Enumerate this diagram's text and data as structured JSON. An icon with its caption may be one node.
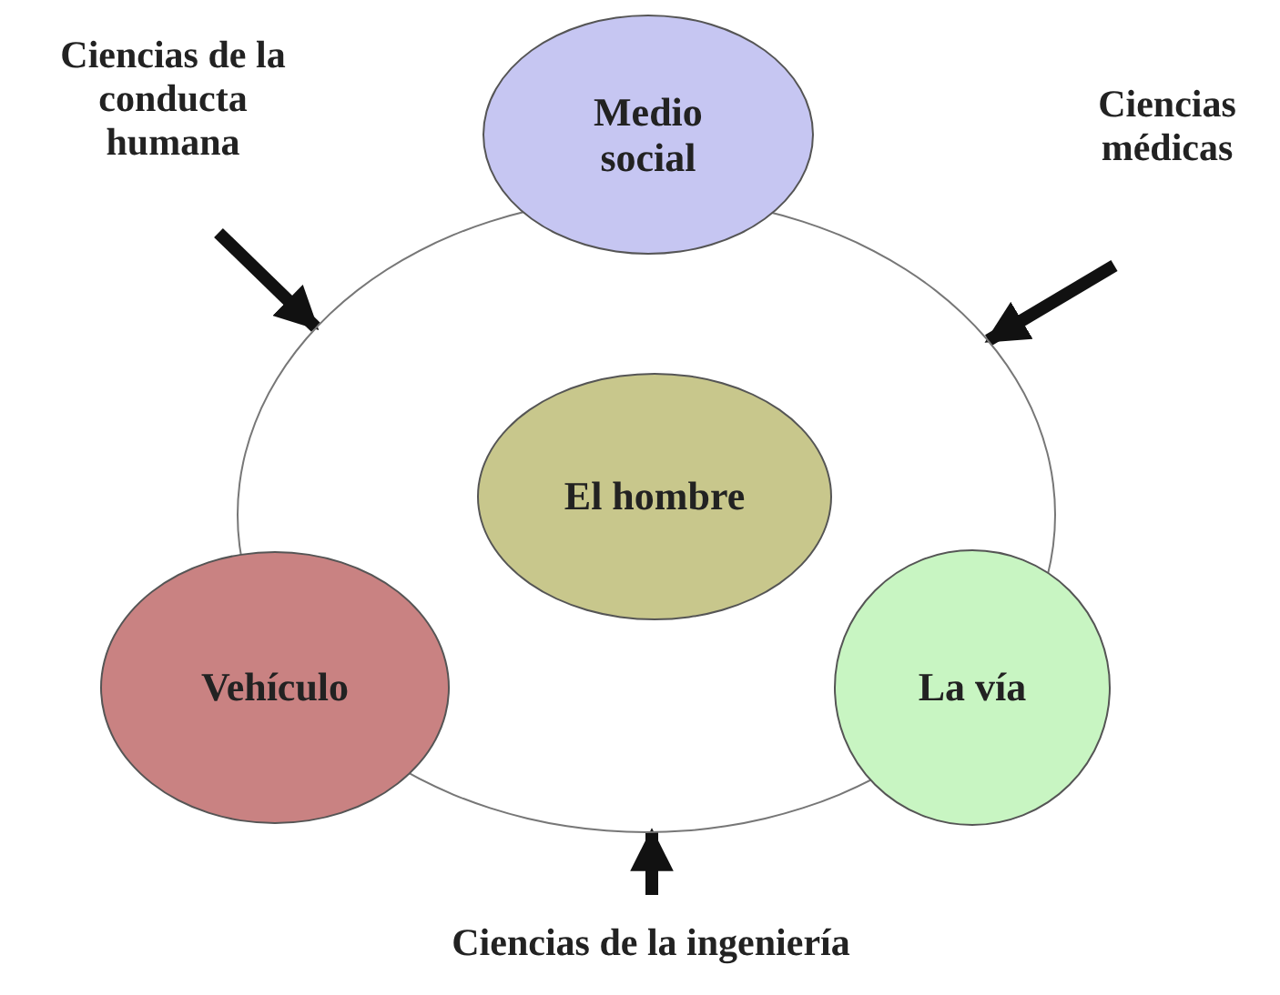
{
  "diagram": {
    "nodes": [
      {
        "text": [],
        "shape": "circle"
      },
      {
        "text": [
          "Medio social"
        ]
      },
      {
        "text": [
          "Vehículo"
        ]
      },
      {
        "text": [
          "La vía"
        ]
      },
      {
        "text": [
          "El hombre"
        ],
        "in": 0
      },
      {
        "text": [
          "Ciencias de la conducta humana"
        ]
      },
      {
        "text": [
          "Ciencias médicas"
        ]
      },
      {
        "text": [
          "Ciencias de la ingeniería"
        ]
      }
    ],
    "edges": [
      {
        "from": 5,
        "to": 0,
        "arrow": "to"
      },
      {
        "from": 6,
        "to": 0,
        "arrow": "to"
      },
      {
        "from": 7,
        "to": 0,
        "arrow": "to"
      }
    ]
  }
}
